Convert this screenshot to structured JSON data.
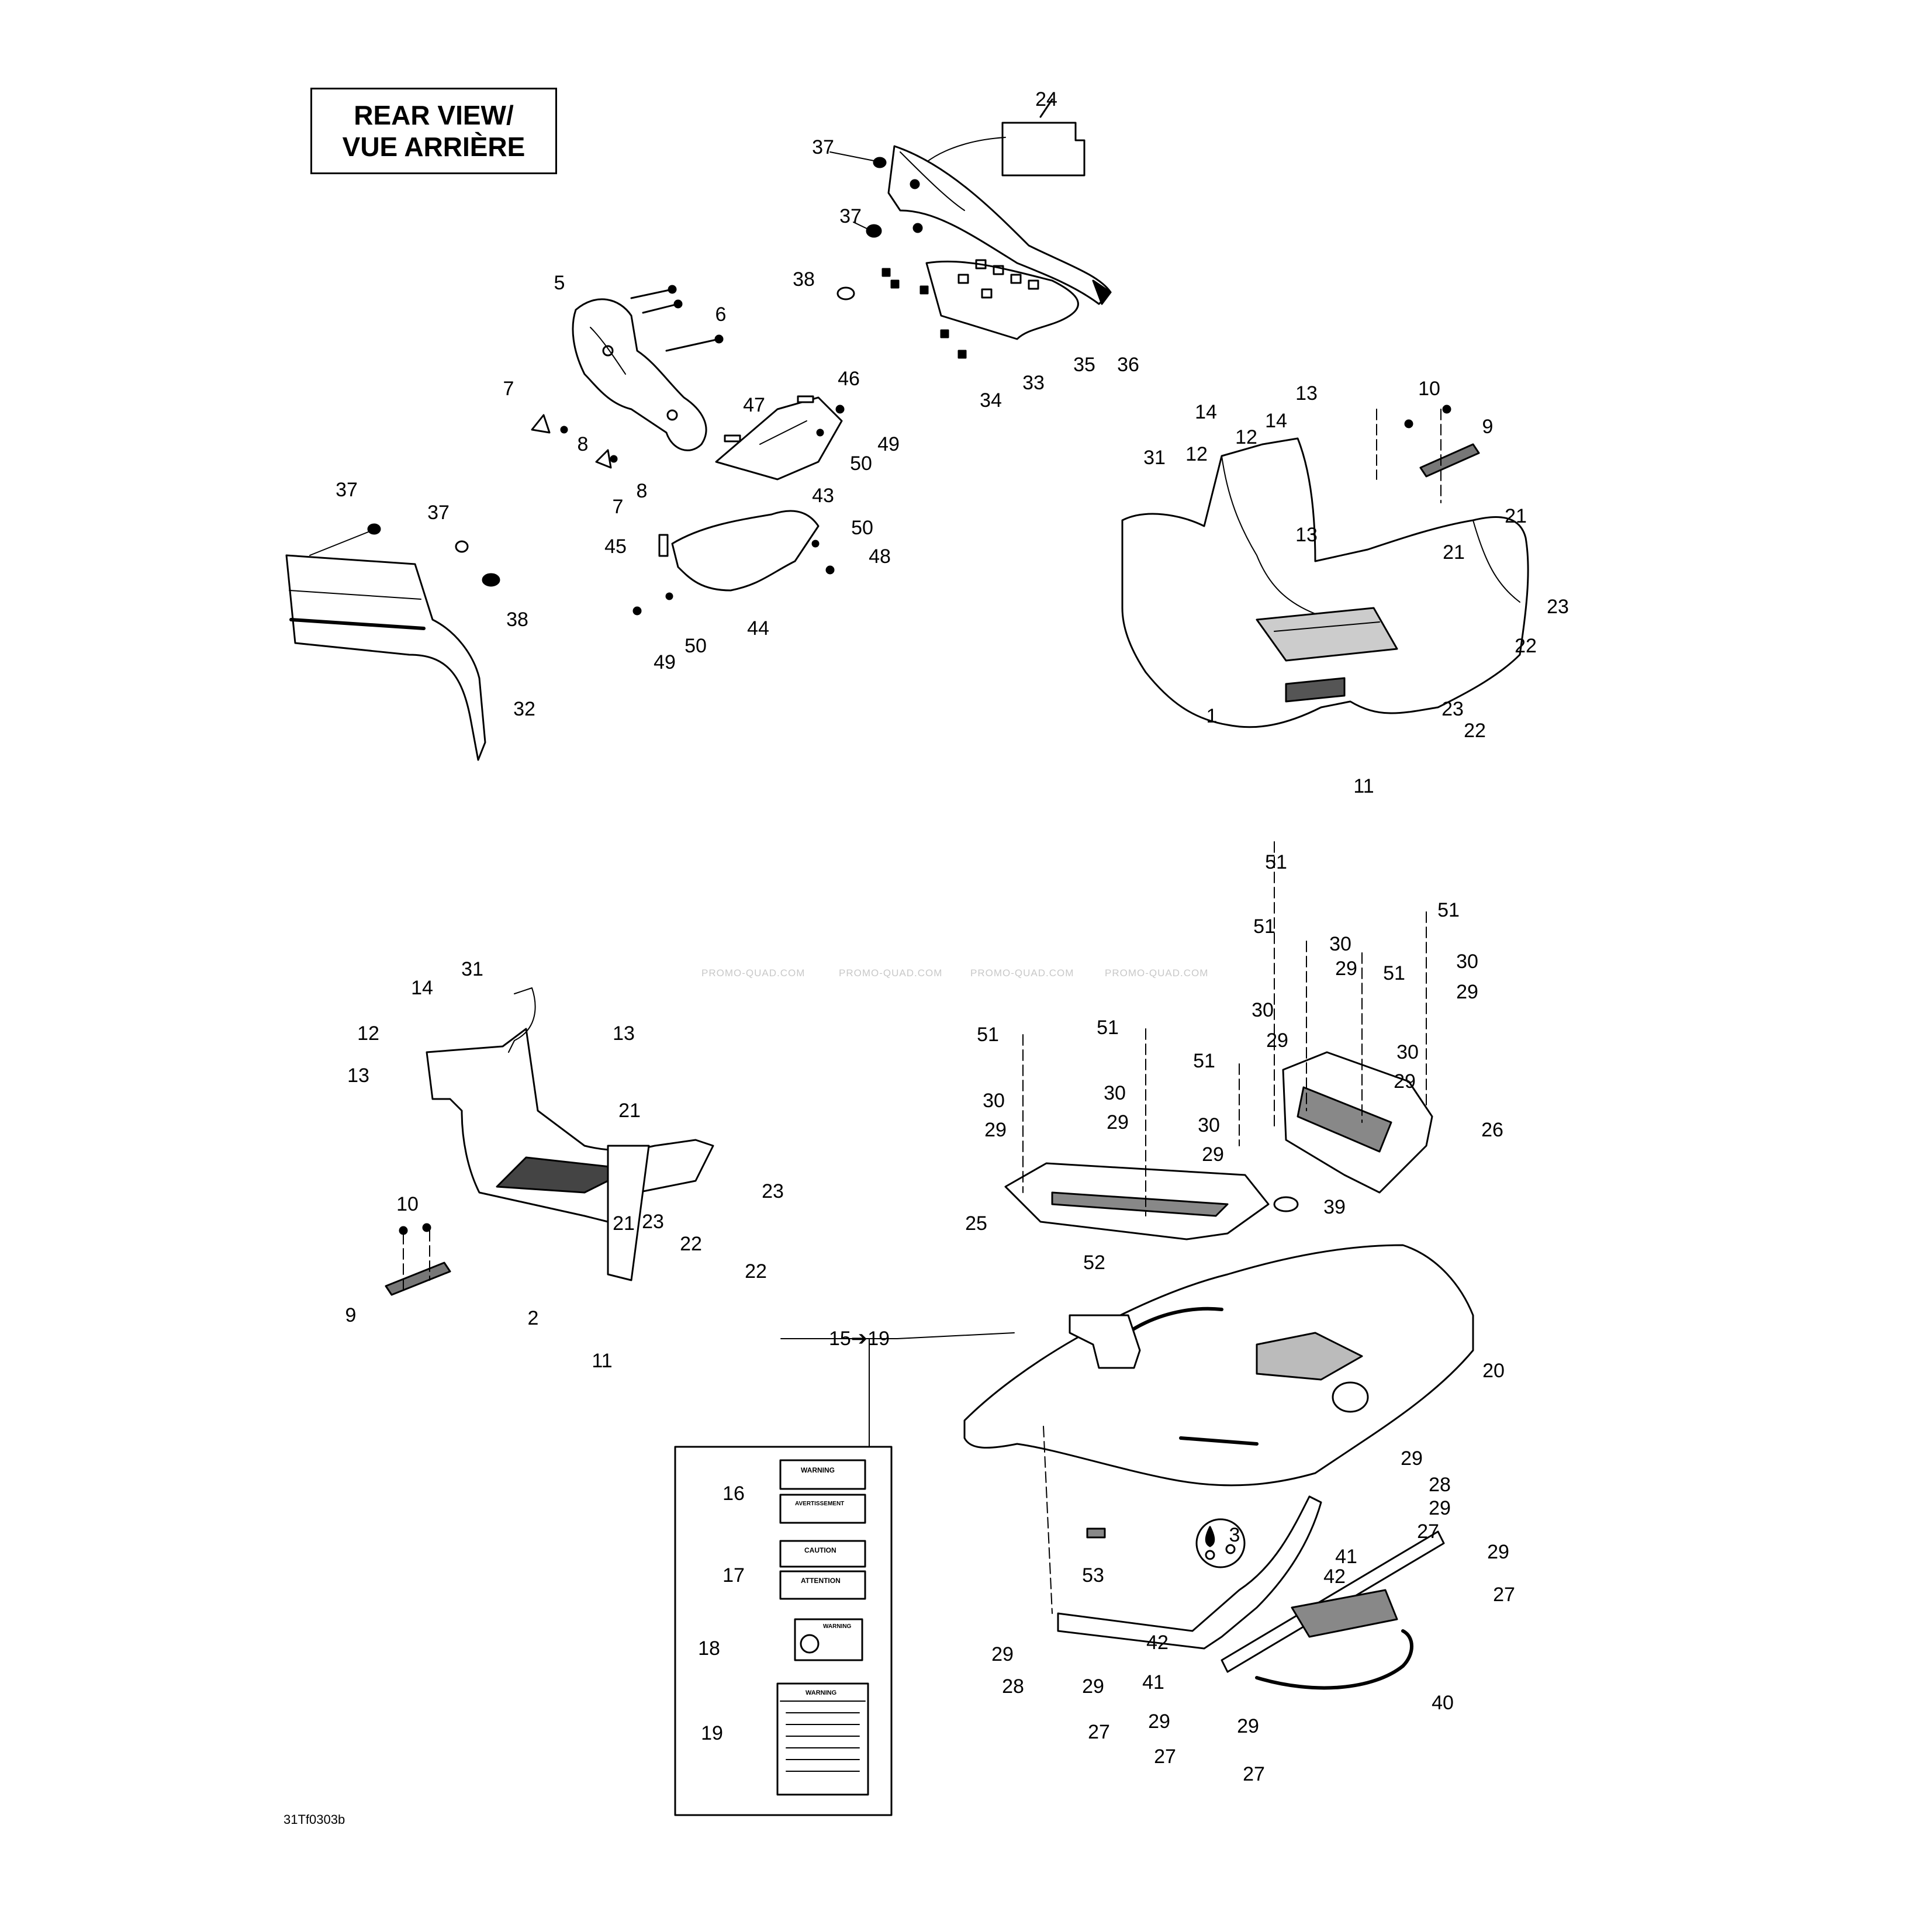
{
  "view_label": {
    "line1": "REAR VIEW/",
    "line2": "VUE ARRIÈRE"
  },
  "drawing_code": "31Tf0303b",
  "watermark": "PROMO-QUAD.COM",
  "kit_label": "15➔19",
  "oil_symbol_label": "3",
  "decals": {
    "d16a": "WARNING",
    "d16b": "AVERTISSEMENT",
    "d17a": "CAUTION",
    "d17b": "ATTENTION",
    "d18": "WARNING",
    "d19": "WARNING"
  },
  "callouts": {
    "c1": "24",
    "c2": "37",
    "c3": "37",
    "c4": "38",
    "c5": "36",
    "c6": "35",
    "c7": "33",
    "c8": "34",
    "c9": "5",
    "c10": "6",
    "c11": "7",
    "c12": "8",
    "c13": "8",
    "c14": "7",
    "c15": "47",
    "c16": "46",
    "c17": "49",
    "c18": "50",
    "c19": "43",
    "c20": "45",
    "c21": "50",
    "c22": "48",
    "c23": "44",
    "c24": "49",
    "c25": "50",
    "c26": "37",
    "c27": "37",
    "c28": "38",
    "c29": "32",
    "c30": "14",
    "c31": "12",
    "c32": "14",
    "c33": "12",
    "c34": "13",
    "c35": "31",
    "c36": "13",
    "c37": "10",
    "c38": "9",
    "c39": "21",
    "c40": "21",
    "c41": "23",
    "c42": "22",
    "c43": "23",
    "c44": "22",
    "c45": "1",
    "c46": "11",
    "c47": "31",
    "c48": "14",
    "c49": "12",
    "c50": "13",
    "c51": "13",
    "c52": "21",
    "c53": "23",
    "c54": "10",
    "c55": "21",
    "c56": "23",
    "c57": "22",
    "c58": "22",
    "c59": "9",
    "c60": "2",
    "c61": "11",
    "c62": "51",
    "c63": "51",
    "c64": "30",
    "c65": "29",
    "c66": "51",
    "c67": "30",
    "c68": "29",
    "c69": "51",
    "c70": "30",
    "c71": "29",
    "c72": "30",
    "c73": "29",
    "c74": "26",
    "c75": "51",
    "c76": "51",
    "c77": "51",
    "c78": "30",
    "c79": "29",
    "c80": "30",
    "c81": "29",
    "c82": "30",
    "c83": "29",
    "c84": "25",
    "c85": "39",
    "c86": "52",
    "c87": "20",
    "c88": "16",
    "c89": "17",
    "c90": "18",
    "c91": "19",
    "c92": "53",
    "c93": "29",
    "c94": "28",
    "c95": "29",
    "c96": "27",
    "c97": "41",
    "c98": "29",
    "c99": "42",
    "c100": "27",
    "c101": "42",
    "c102": "41",
    "c103": "29",
    "c104": "28",
    "c105": "29",
    "c106": "27",
    "c107": "29",
    "c108": "27",
    "c109": "29",
    "c110": "27",
    "c111": "40"
  }
}
